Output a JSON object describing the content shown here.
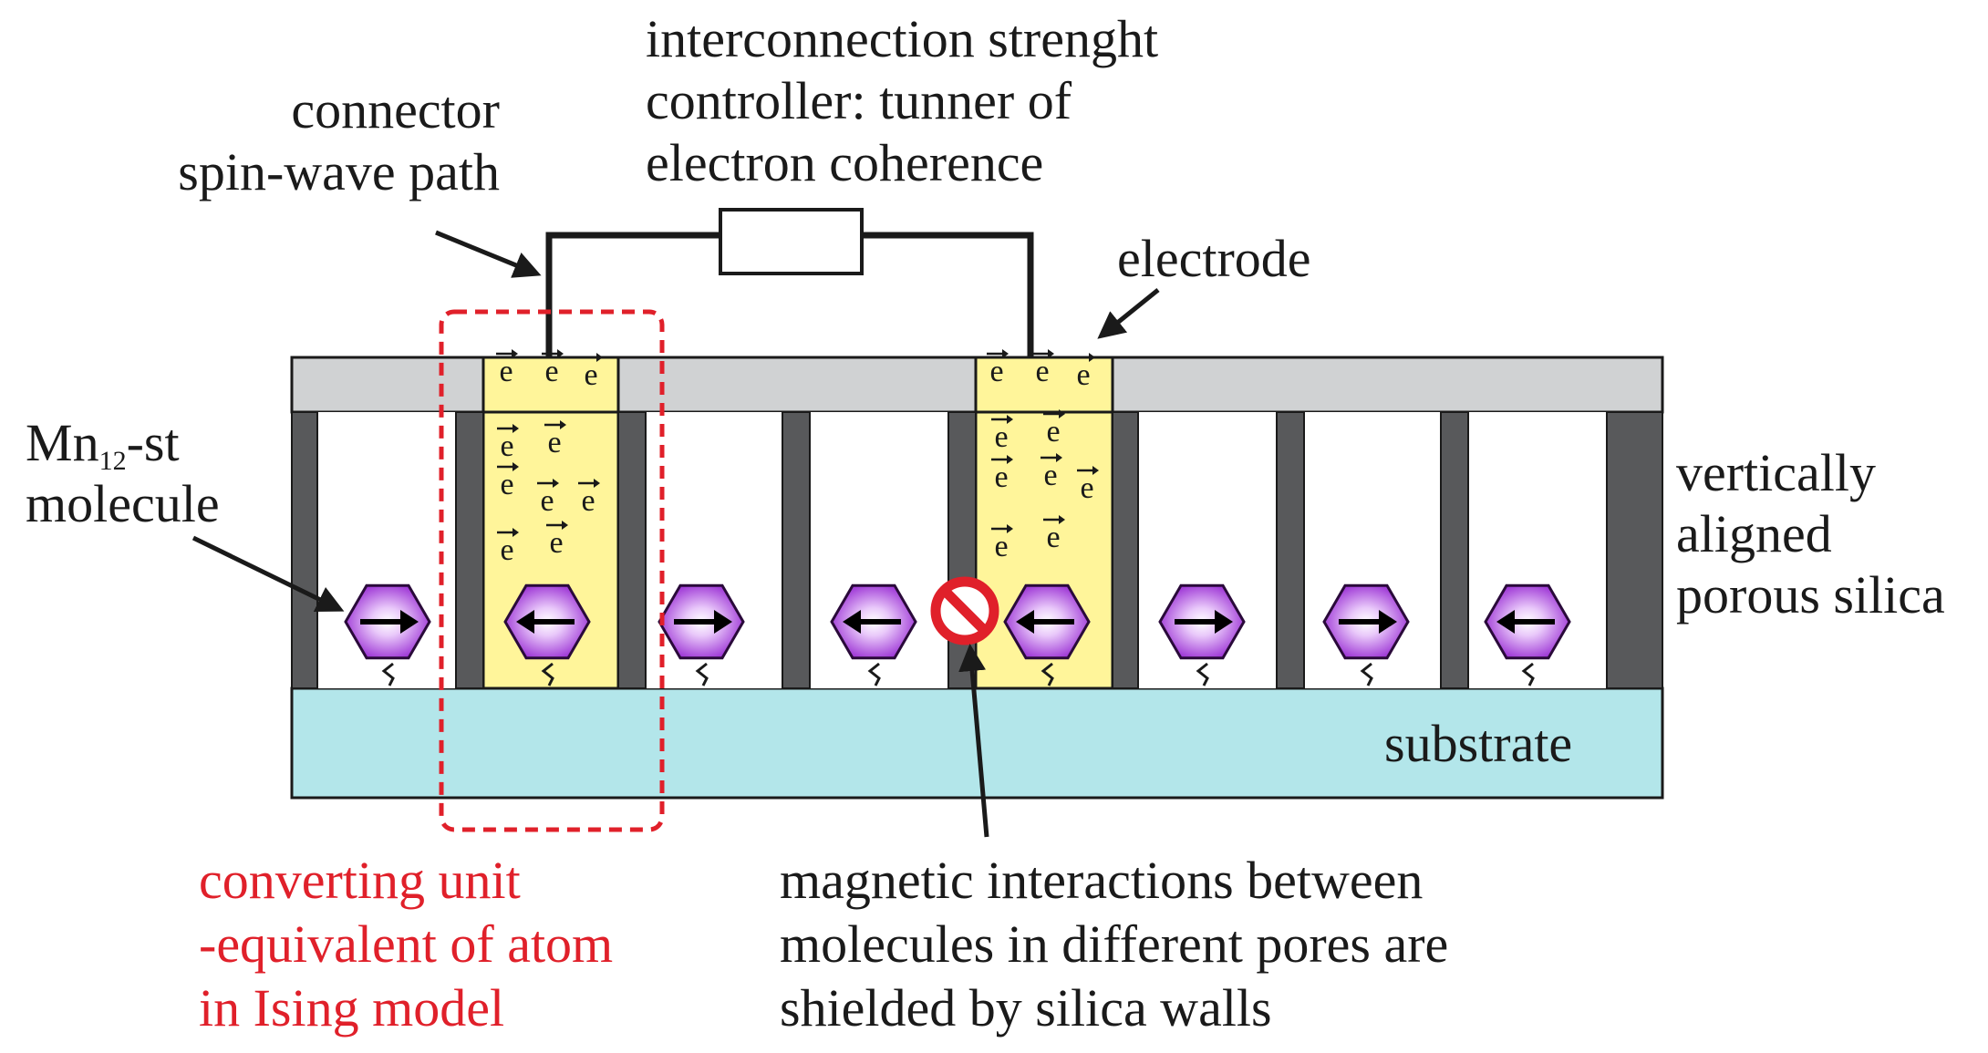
{
  "labels": {
    "connector_l1": "connector",
    "connector_l2": "spin-wave path",
    "controller_l1": "interconnection strenght",
    "controller_l2": "controller: tunner of",
    "controller_l3": "electron coherence",
    "electrode": "electrode",
    "mn_base": "Mn",
    "mn_sub": "12",
    "mn_suffix": "-st",
    "mn_l2": "molecule",
    "silica_l1": "vertically",
    "silica_l2": "aligned",
    "silica_l3": "porous silica",
    "substrate": "substrate",
    "converting_l1": "converting unit",
    "converting_l2": "-equivalent of atom",
    "converting_l3": "in Ising model",
    "shield_l1": "magnetic interactions between",
    "shield_l2": "molecules in different pores are",
    "shield_l3": "shielded by silica walls"
  },
  "electron_symbol": "e",
  "molecule_spins": [
    "right",
    "left",
    "right",
    "left",
    "left",
    "right",
    "right",
    "left"
  ],
  "colors": {
    "electrode": "#d0d2d3",
    "silica_wall": "#58595b",
    "conducting_pore": "#fff59a",
    "substrate": "#b3e6ea",
    "molecule_purple": "#9a2fd4",
    "molecule_light": "#e9c9fa",
    "converting_box": "#e0202a",
    "shield_icon": "#e0202a"
  }
}
